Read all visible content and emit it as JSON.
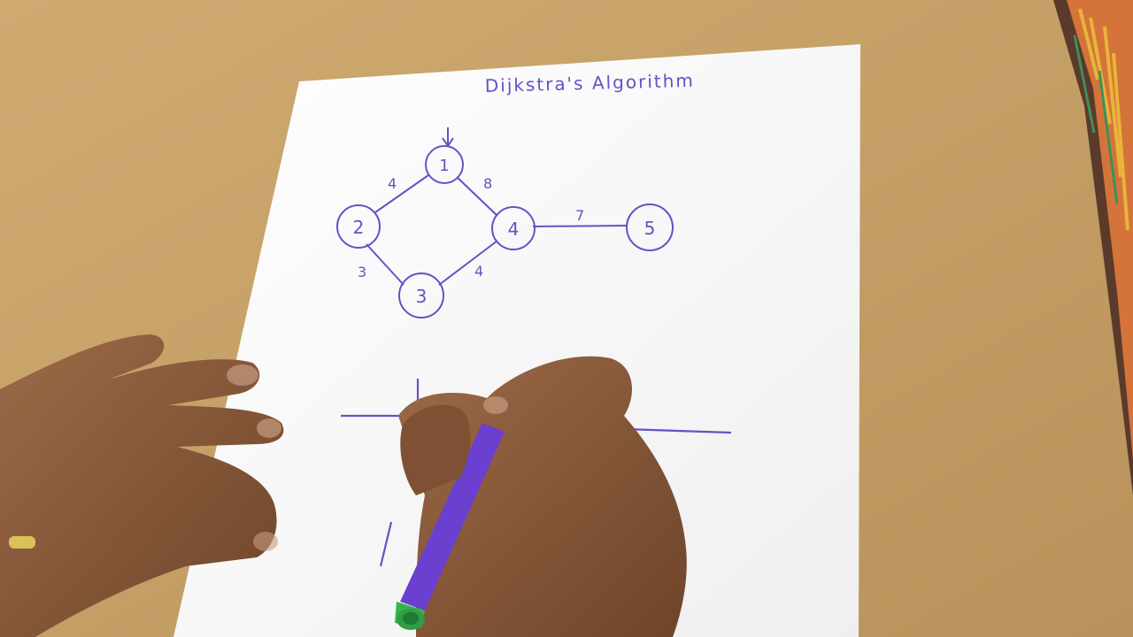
{
  "colors": {
    "table": "#c9a46a",
    "paper": "#fbfbfb",
    "ink": "#6a4fc4",
    "skin": "#8a5a3c",
    "marker_body": "#6b3fd0",
    "marker_cap": "#37b24d",
    "fabric": "#d4733a"
  },
  "page": {
    "title": "Dijkstra's Algorithm"
  },
  "graph": {
    "nodes": [
      {
        "id": "n1",
        "label": "1"
      },
      {
        "id": "n2",
        "label": "2"
      },
      {
        "id": "n3",
        "label": "3"
      },
      {
        "id": "n4",
        "label": "4"
      },
      {
        "id": "n5",
        "label": "5"
      }
    ],
    "edges": [
      {
        "from": "1",
        "to": "2",
        "weight": "4"
      },
      {
        "from": "1",
        "to": "4",
        "weight": "8"
      },
      {
        "from": "2",
        "to": "3",
        "weight": "3"
      },
      {
        "from": "3",
        "to": "4",
        "weight": "4"
      },
      {
        "from": "4",
        "to": "5",
        "weight": "7"
      }
    ],
    "start_marker": "arrow-down-icon"
  }
}
